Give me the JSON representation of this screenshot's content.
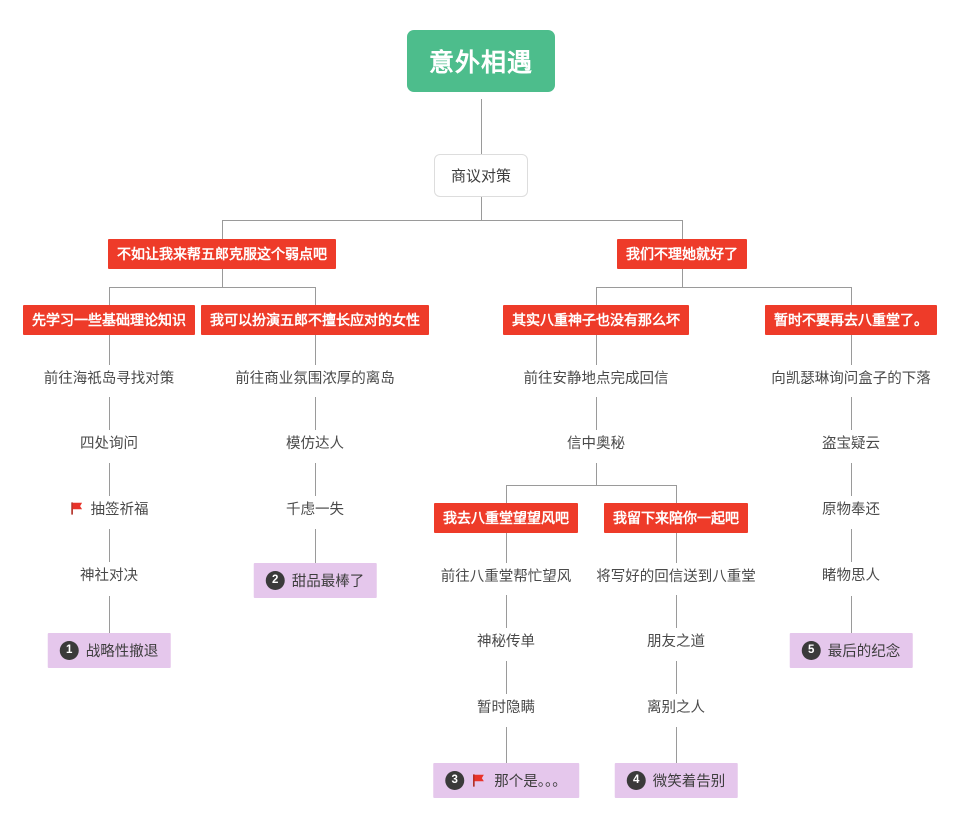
{
  "diagram": {
    "title": "意外相遇",
    "type": "story-branch-flowchart",
    "colors": {
      "root": "#4dbd8c",
      "choice": "#ee3b29",
      "ending": "#e5c7ec",
      "badge": "#3a3a3a",
      "line": "#9a9a9a",
      "text": "#4a4a4a",
      "flag": "#e8332a"
    },
    "icons": {
      "flag": "red-flag-icon"
    }
  },
  "nodes": {
    "root": {
      "label": "意外相遇"
    },
    "plan": {
      "label": "商议对策"
    },
    "c_left": {
      "label": "不如让我来帮五郎克服这个弱点吧"
    },
    "c_right": {
      "label": "我们不理她就好了"
    },
    "c_l1": {
      "label": "先学习一些基础理论知识"
    },
    "c_l2": {
      "label": "我可以扮演五郎不擅长应对的女性"
    },
    "c_r1": {
      "label": "其实八重神子也没有那么坏"
    },
    "c_r2": {
      "label": "暂时不要再去八重堂了。"
    },
    "p_l1_1": {
      "label": "前往海祇岛寻找对策"
    },
    "p_l1_2": {
      "label": "四处询问"
    },
    "p_l1_3": {
      "label": "抽签祈福",
      "flag": true
    },
    "p_l1_4": {
      "label": "神社对决"
    },
    "e_1": {
      "label": "战略性撤退",
      "number": "1"
    },
    "p_l2_1": {
      "label": "前往商业氛围浓厚的离岛"
    },
    "p_l2_2": {
      "label": "模仿达人"
    },
    "p_l2_3": {
      "label": "千虑一失"
    },
    "e_2": {
      "label": "甜品最棒了",
      "number": "2"
    },
    "p_r1_1": {
      "label": "前往安静地点完成回信"
    },
    "p_r1_2": {
      "label": "信中奥秘"
    },
    "c_m1": {
      "label": "我去八重堂望望风吧"
    },
    "c_m2": {
      "label": "我留下来陪你一起吧"
    },
    "p_m1_1": {
      "label": "前往八重堂帮忙望风"
    },
    "p_m1_2": {
      "label": "神秘传单"
    },
    "p_m1_3": {
      "label": "暂时隐瞒"
    },
    "e_3": {
      "label": "那个是。。。",
      "number": "3",
      "flag": true
    },
    "p_m2_1": {
      "label": "将写好的回信送到八重堂"
    },
    "p_m2_2": {
      "label": "朋友之道"
    },
    "p_m2_3": {
      "label": "离别之人"
    },
    "e_4": {
      "label": "微笑着告别",
      "number": "4"
    },
    "p_r2_1": {
      "label": "向凯瑟琳询问盒子的下落"
    },
    "p_r2_2": {
      "label": "盗宝疑云"
    },
    "p_r2_3": {
      "label": "原物奉还"
    },
    "p_r2_4": {
      "label": "睹物思人"
    },
    "e_5": {
      "label": "最后的纪念",
      "number": "5"
    }
  }
}
